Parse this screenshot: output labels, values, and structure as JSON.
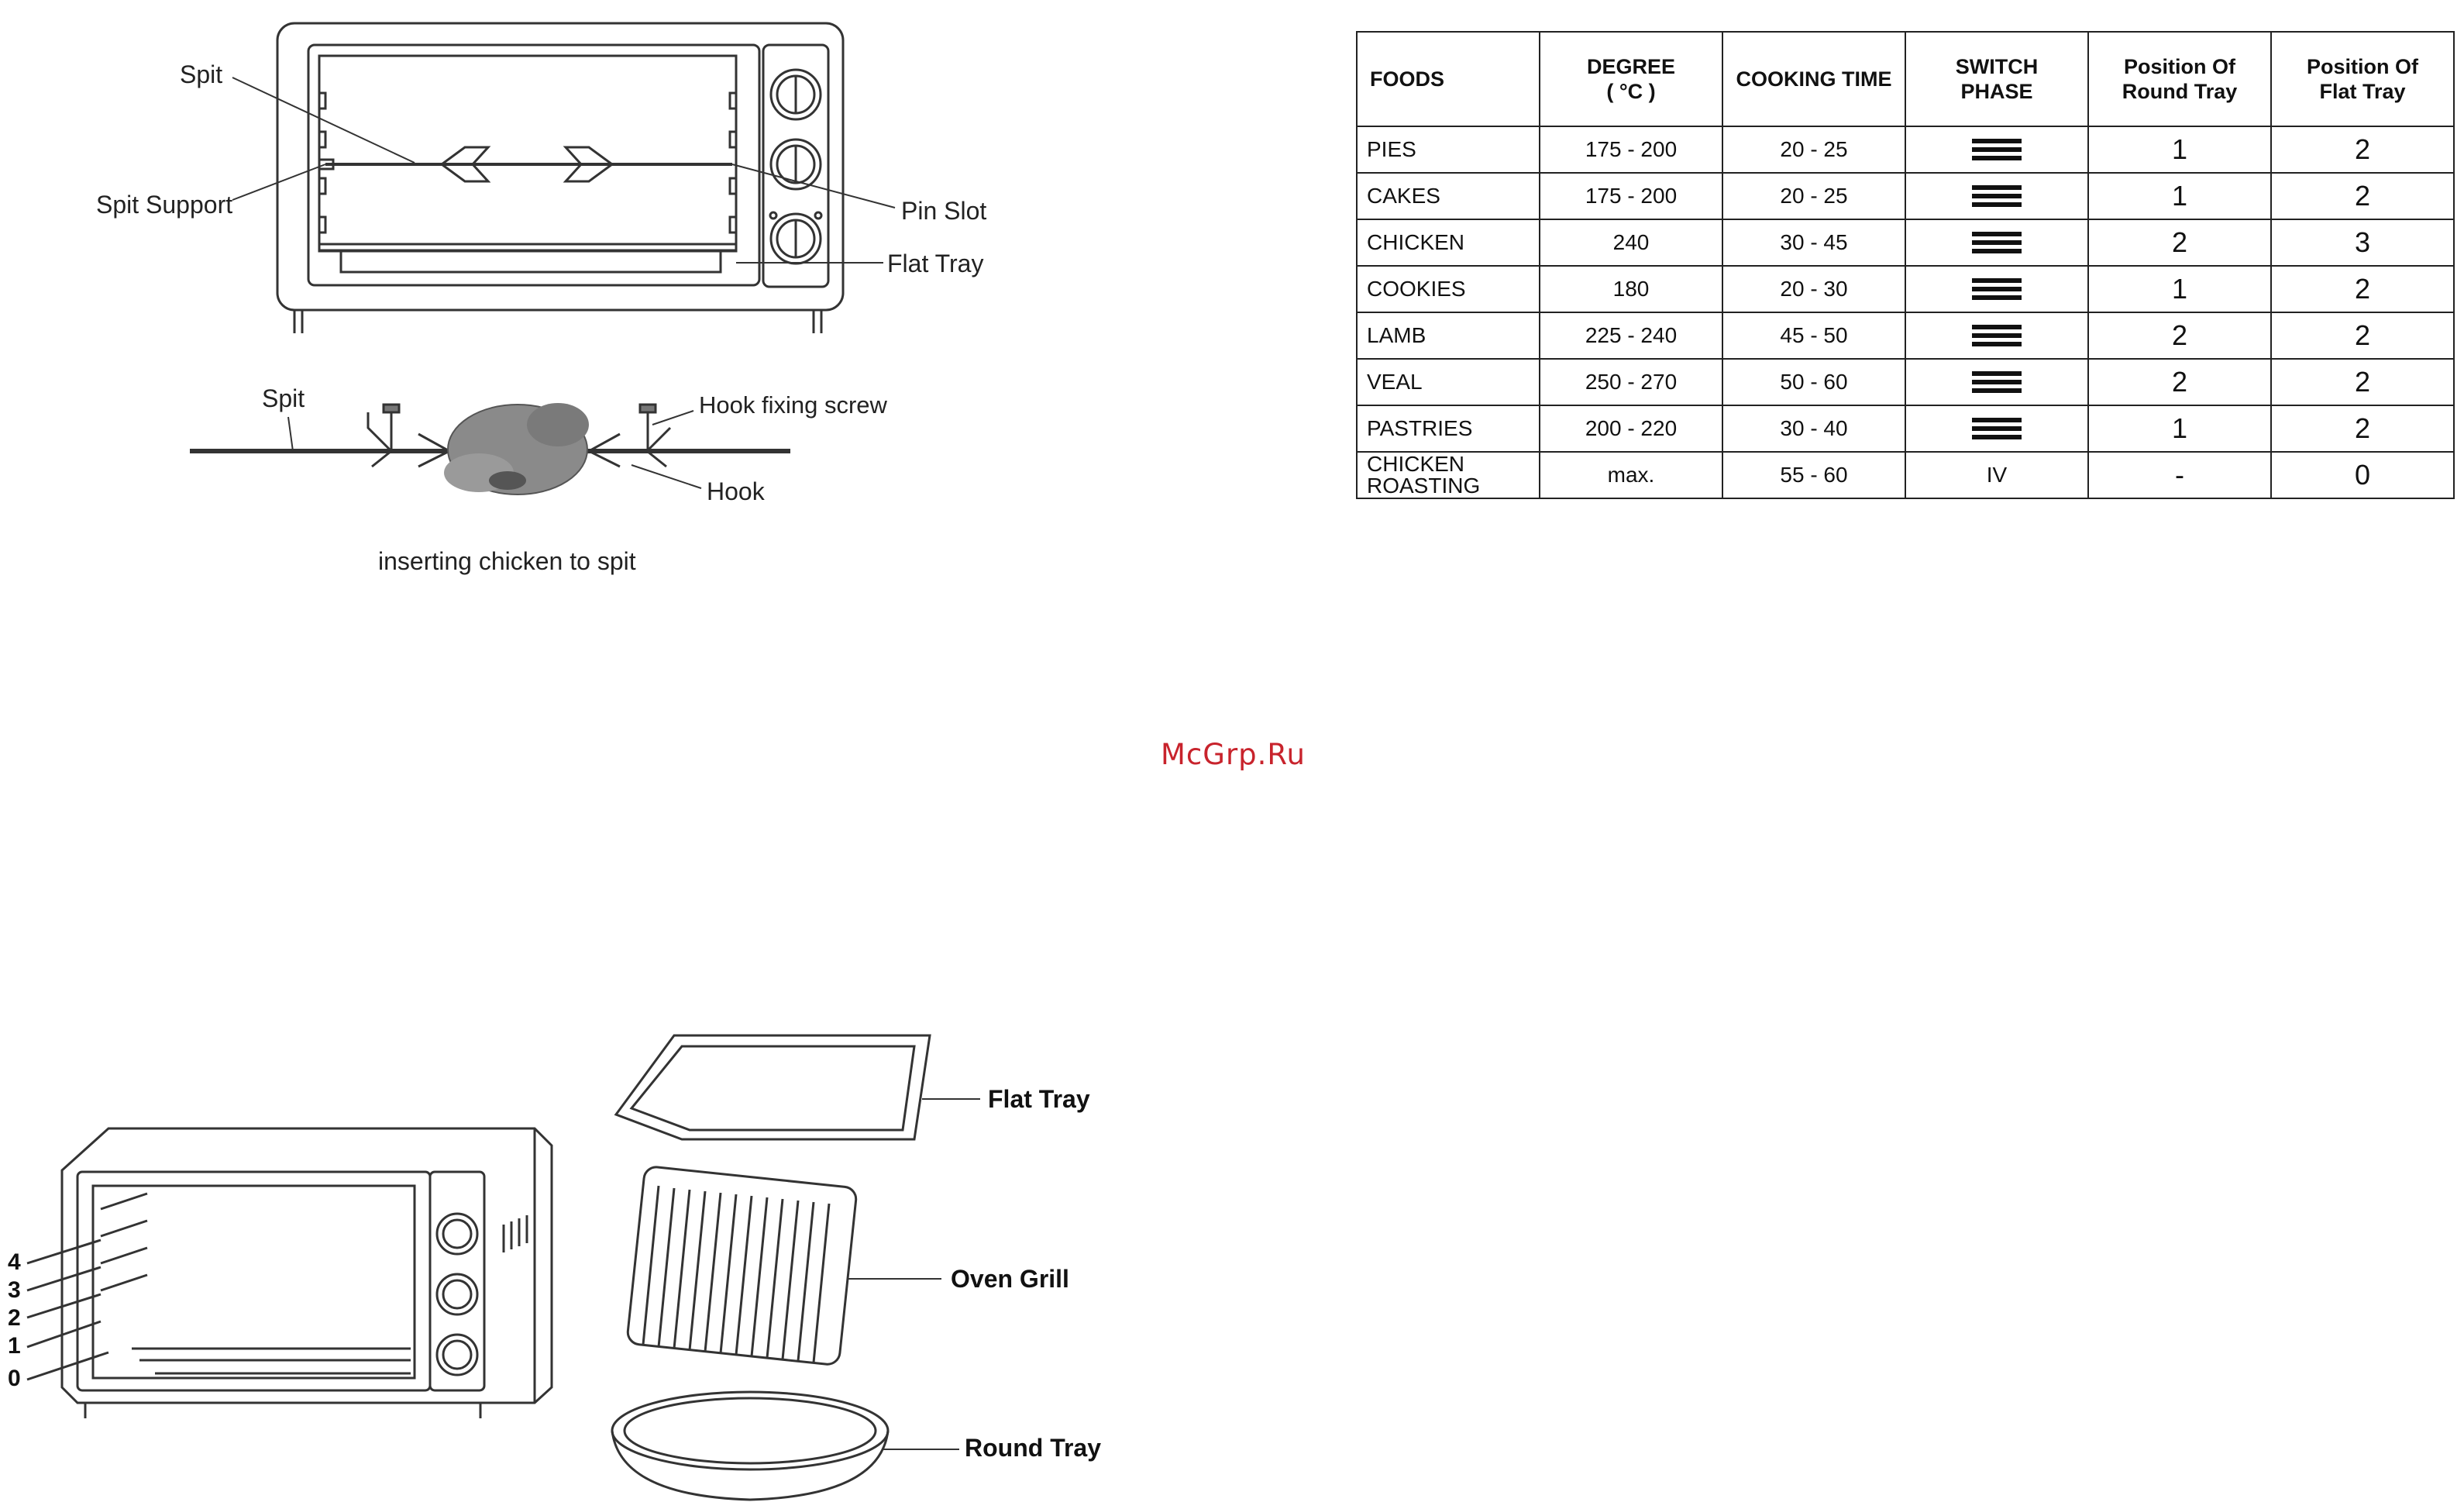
{
  "diagram_top": {
    "labels": {
      "spit": "Spit",
      "spit_support": "Spit Support",
      "pin_slot": "Pin Slot",
      "flat_tray": "Flat Tray"
    }
  },
  "diagram_spit": {
    "labels": {
      "spit": "Spit",
      "hook_fixing_screw": "Hook fixing screw",
      "hook": "Hook"
    },
    "caption": "inserting chicken to spit"
  },
  "table": {
    "headers": {
      "foods": "FOODS",
      "degree": "DEGREE",
      "degree_unit": "( °C )",
      "cooking_time": "COOKING TIME",
      "switch": "SWITCH",
      "phase": "PHASE",
      "round_tray_1": "Position Of",
      "round_tray_2": "Round Tray",
      "flat_tray_1": "Position Of",
      "flat_tray_2": "Flat Tray"
    },
    "rows": [
      {
        "food": "PIES",
        "degree": "175 - 200",
        "time": "20 - 25",
        "round": "1",
        "flat": "2"
      },
      {
        "food": "CAKES",
        "degree": "175 - 200",
        "time": "20 - 25",
        "round": "1",
        "flat": "2"
      },
      {
        "food": "CHICKEN",
        "degree": "240",
        "time": "30 - 45",
        "round": "2",
        "flat": "3"
      },
      {
        "food": "COOKIES",
        "degree": "180",
        "time": "20 - 30",
        "round": "1",
        "flat": "2"
      },
      {
        "food": "LAMB",
        "degree": "225 - 240",
        "time": "45 - 50",
        "round": "2",
        "flat": "2"
      },
      {
        "food": "VEAL",
        "degree": "250 - 270",
        "time": "50 - 60",
        "round": "2",
        "flat": "2"
      },
      {
        "food": "PASTRIES",
        "degree": "200 - 220",
        "time": "30 - 40",
        "round": "1",
        "flat": "2"
      }
    ],
    "last_row": {
      "food_1": "CHICKEN",
      "food_2": "ROASTING",
      "degree": "max.",
      "time": "55 - 60",
      "phase": "IV",
      "round": "-",
      "flat": "0"
    }
  },
  "watermark": "McGrp.Ru",
  "diagram_bottom": {
    "positions": [
      "4",
      "3",
      "2",
      "1",
      "0"
    ],
    "labels": {
      "flat_tray": "Flat Tray",
      "oven_grill": "Oven Grill",
      "round_tray": "Round Tray"
    }
  }
}
